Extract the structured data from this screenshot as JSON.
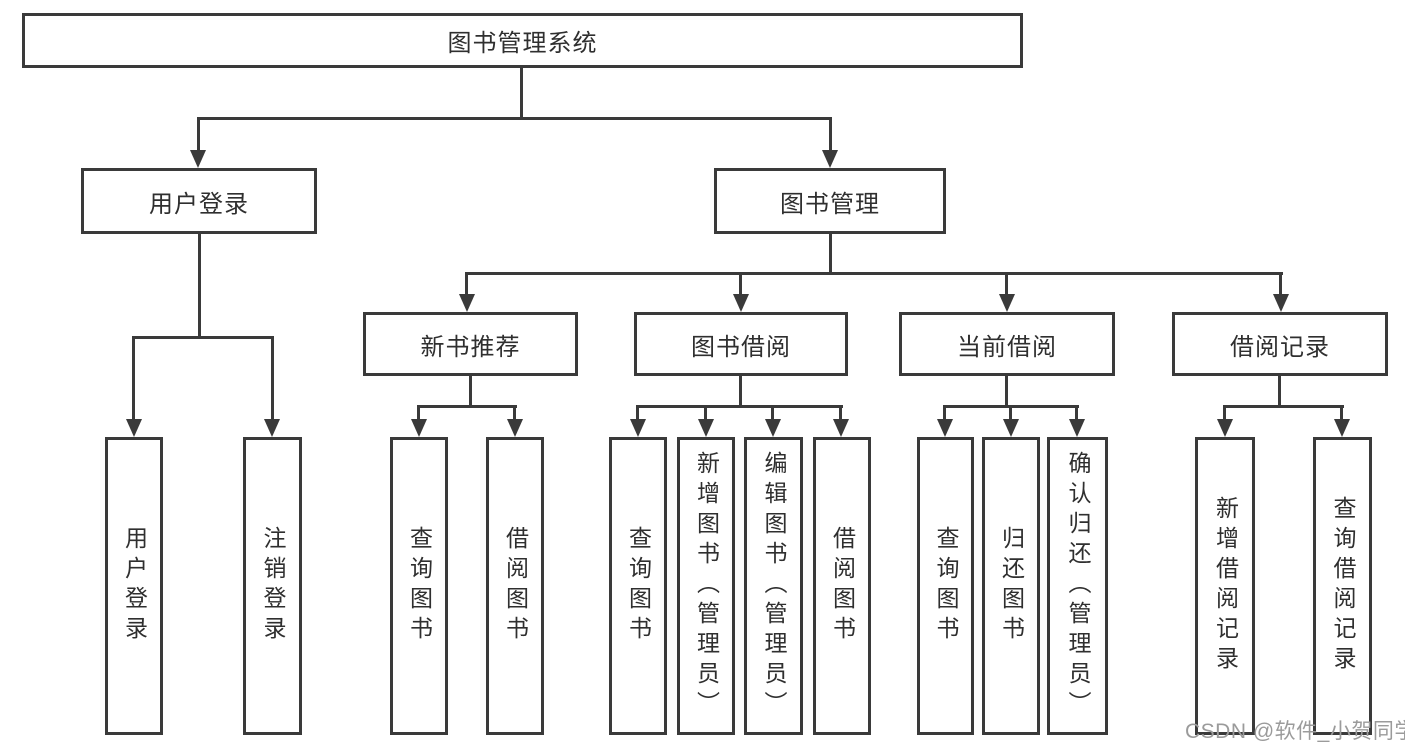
{
  "diagram": {
    "root": {
      "label": "图书管理系统"
    },
    "level2": [
      {
        "label": "用户登录"
      },
      {
        "label": "图书管理"
      }
    ],
    "level3": [
      {
        "label": "新书推荐"
      },
      {
        "label": "图书借阅"
      },
      {
        "label": "当前借阅"
      },
      {
        "label": "借阅记录"
      }
    ],
    "leaves": {
      "user": [
        "用户登录",
        "注销登录"
      ],
      "newbook": [
        "查询图书",
        "借阅图书"
      ],
      "borrow": [
        "查询图书",
        "新增图书（管理员）",
        "编辑图书（管理员）",
        "借阅图书"
      ],
      "current": [
        "查询图书",
        "归还图书",
        "确认归还（管理员）"
      ],
      "record": [
        "新增借阅记录",
        "查询借阅记录"
      ]
    }
  },
  "watermark": {
    "text": "CSDN @软件_小贺同学"
  },
  "colors": {
    "line": "#3a3a3a",
    "text": "#2f2f2f",
    "watermark": "#9b9b9b",
    "background": "#ffffff"
  }
}
